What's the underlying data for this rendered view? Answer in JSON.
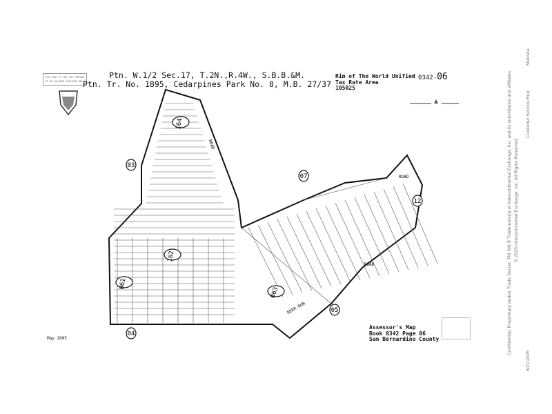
{
  "header": {
    "title_line1": "Ptn. W.1/2 Sec.17, T.2N.,R.4W., S.B.B.&M.",
    "title_line2": "Ptn. Tr. No. 1895, Cedarpines Park No. 8, M.B. 27/37",
    "tax_rate_area": [
      "Rim of The World Unified",
      "Tax Rate Area",
      "105025"
    ],
    "map_number_prefix": "0342-",
    "map_number_page": "06"
  },
  "notice": "THIS MAP IS FOR THE PURPOSE OF AD VALOREM TAXATION ONLY",
  "date_label": "May 2005",
  "assessor_block": [
    "Assessor's Map",
    "Book 0342 Page 06",
    "San Bernardino County"
  ],
  "map": {
    "page_circles": [
      "164",
      "162",
      "061",
      "063"
    ],
    "adjacent_pages": [
      "03",
      "07",
      "12",
      "05",
      "04"
    ],
    "road_labels": [
      "ROAD",
      "ROAD",
      "ROAD",
      "DEER RUN"
    ]
  },
  "sidebar": {
    "confidential": "Confidential, Proprietary and/or Trade Secret.  TM SM ® Trademark(s) of Intercontinental Exchange, Inc. and its subsidiaries and affiliates.",
    "copyright": "© 2025 Intercontinental Exchange, Inc. All Rights Reserved.",
    "customer_service": "Customer Service Rep:",
    "rep_name": "Marcela",
    "print_date": "8/21/2025"
  }
}
